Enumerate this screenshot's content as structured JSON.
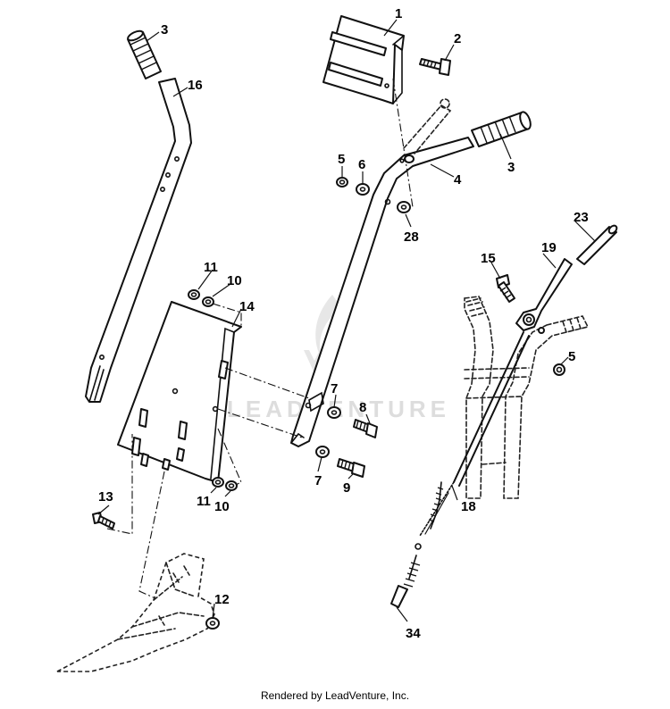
{
  "callouts": {
    "c1": "1",
    "c2": "2",
    "c3a": "3",
    "c3b": "3",
    "c4": "4",
    "c5a": "5",
    "c5b": "5",
    "c6": "6",
    "c7a": "7",
    "c7b": "7",
    "c8": "8",
    "c9": "9",
    "c10a": "10",
    "c10b": "10",
    "c11a": "11",
    "c11b": "11",
    "c12": "12",
    "c13": "13",
    "c14": "14",
    "c15": "15",
    "c16": "16",
    "c18": "18",
    "c19": "19",
    "c23": "23",
    "c28": "28",
    "c34": "34"
  },
  "watermark": {
    "text": "LEADVENTURE"
  },
  "footer": {
    "text": "Rendered by LeadVenture, Inc."
  }
}
